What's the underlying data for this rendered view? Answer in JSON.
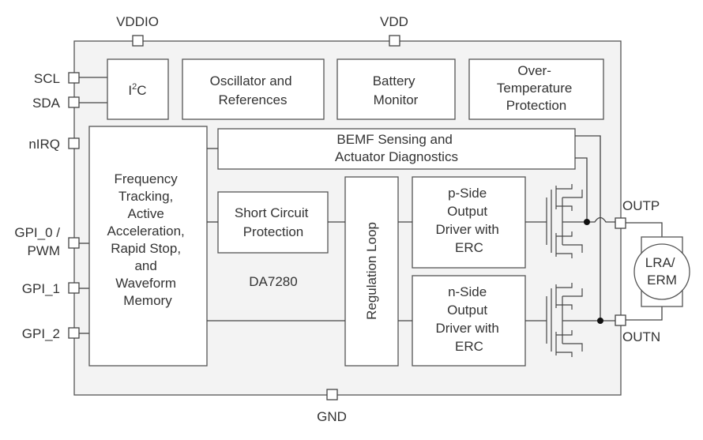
{
  "chip": {
    "name": "DA7280"
  },
  "pins": {
    "vddio": "VDDIO",
    "vdd": "VDD",
    "scl": "SCL",
    "sda": "SDA",
    "nirq": "nIRQ",
    "gpi0_line1": "GPI_0 /",
    "gpi0_line2": "PWM",
    "gpi1": "GPI_1",
    "gpi2": "GPI_2",
    "gnd": "GND",
    "outp": "OUTP",
    "outn": "OUTN"
  },
  "blocks": {
    "i2c": {
      "base": "I",
      "sup": "2",
      "tail": "C"
    },
    "oscillator": [
      "Oscillator and",
      "References"
    ],
    "battery": [
      "Battery",
      "Monitor"
    ],
    "overtemp": [
      "Over-",
      "Temperature",
      "Protection"
    ],
    "bemf": [
      "BEMF Sensing and",
      "Actuator Diagnostics"
    ],
    "frequency": [
      "Frequency",
      "Tracking,",
      "Active",
      "Acceleration,",
      "Rapid Stop,",
      "and",
      "Waveform",
      "Memory"
    ],
    "short_circuit": [
      "Short Circuit",
      "Protection"
    ],
    "regulation": "Regulation Loop",
    "p_driver": [
      "p-Side",
      "Output",
      "Driver with",
      "ERC"
    ],
    "n_driver": [
      "n-Side",
      "Output",
      "Driver with",
      "ERC"
    ]
  },
  "load": [
    "LRA/",
    "ERM"
  ]
}
